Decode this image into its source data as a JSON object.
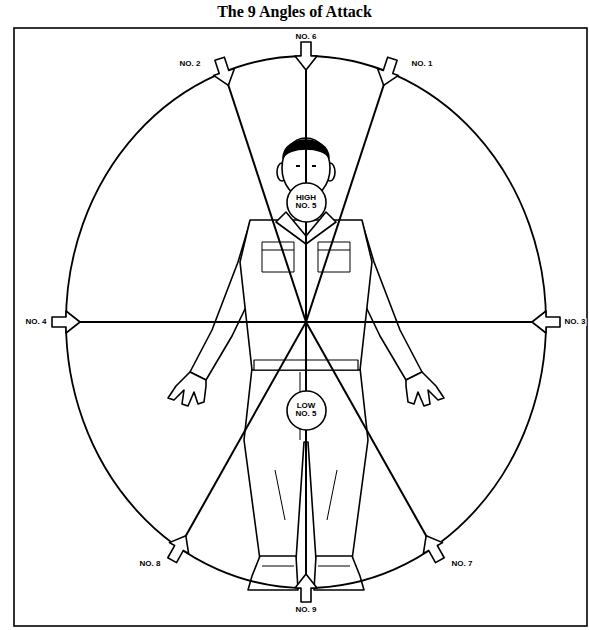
{
  "diagram": {
    "title": "The 9 Angles of Attack",
    "nodes": [
      {
        "text": [
          "HIGH NO. 5"
        ]
      },
      {
        "text": [
          "LOW NO. 5"
        ]
      }
    ],
    "labels": [
      "NO. 6",
      "NO. 2",
      "NO. 1",
      "NO. 4",
      "NO. 3",
      "NO. 8",
      "NO. 7",
      "NO. 9"
    ]
  }
}
